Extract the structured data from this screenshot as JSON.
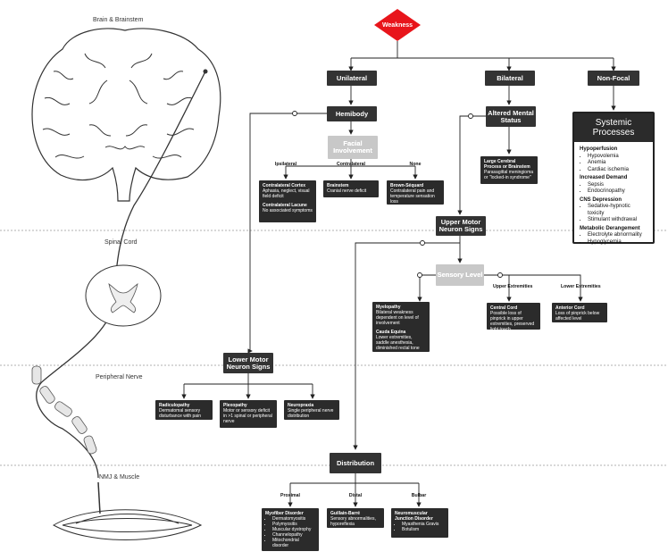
{
  "sections": {
    "brain": "Brain & Brainstem",
    "spinal": "Spinal Cord",
    "peripheral": "Peripheral Nerve",
    "nmj": "NMJ & Muscle"
  },
  "nodes": {
    "weakness": "Weakness",
    "unilateral": "Unilateral",
    "bilateral": "Bilateral",
    "nonfocal": "Non-Focal",
    "hemibody": "Hemibody",
    "facial": "Facial Involvement",
    "altered": "Altered Mental Status",
    "umn": "Upper Motor Neuron Signs",
    "sensory": "Sensory Level",
    "lmn": "Lower Motor Neuron Signs",
    "distribution": "Distribution"
  },
  "branches": {
    "ipsilateral": "Ipsilateral",
    "contralateral": "Contralateral",
    "none": "None",
    "upper_ext": "Upper Extremities",
    "lower_ext": "Lower Extremities",
    "proximal": "Proximal",
    "distal": "Distal",
    "bulbar": "Bulbar"
  },
  "boxes": {
    "contra_cortex_t": "Contralateral Cortex",
    "contra_cortex_d": "Aphasia, neglect, visual field deficit",
    "contra_lacune_t": "Contralateral Lacune",
    "contra_lacune_d": "No associated symptoms",
    "brainstem_t": "Brainstem",
    "brainstem_d": "Cranial nerve deficit",
    "brown_t": "Brown-Séquard",
    "brown_d": "Contralateral pain and temperature sensation loss",
    "large_t": "Large Cerebral Process or Brainstem",
    "large_d": "Parasagittal meningioma or \"locked-in syndrome\"",
    "myelo_t": "Myelopathy",
    "myelo_d": "Bilateral weakness dependent on level of involvement",
    "cauda_t": "Cauda Equina",
    "cauda_d": "Lower extremities, saddle anesthesia, diminished rectal tone",
    "central_t": "Central Cord",
    "central_d": "Possible loss of pinprick in upper extremities, preserved light touch",
    "anterior_t": "Anterior Cord",
    "anterior_d": "Loss of pinprick below affected level",
    "radic_t": "Radiculopathy",
    "radic_d": "Dermatomal sensory disturbance with pain",
    "plexo_t": "Plexopathy",
    "plexo_d": "Motor or sensory deficit in >1 spinal or peripheral nerve",
    "neura_t": "Neuropraxia",
    "neura_d": "Single peripheral nerve distribution",
    "myofiber_t": "Myofiber Disorder",
    "myofiber_items": [
      "Dermatomyositis",
      "Polymyositis",
      "Muscular dystrophy",
      "Channelopathy",
      "Mitochondrial disorder"
    ],
    "guillain_t": "Guillain-Barré",
    "guillain_d": "Sensory abnormalities, hyporeflexia",
    "nmj_t": "Neuromuscular Junction Disorder",
    "nmj_items": [
      "Myasthenia Gravis",
      "Botulism"
    ]
  },
  "systemic": {
    "title": "Systemic Processes",
    "groups": [
      {
        "name": "Hypoperfusion",
        "items": [
          "Hypovolemia",
          "Anemia",
          "Cardiac ischemia"
        ]
      },
      {
        "name": "Increased Demand",
        "items": [
          "Sepsis",
          "Endocrinopathy"
        ]
      },
      {
        "name": "CNS Depression",
        "items": [
          "Sedative-hypnotic toxicity",
          "Stimulant withdrawal"
        ]
      },
      {
        "name": "Metabolic Derangement",
        "items": [
          "Electrolyte abnormality",
          "Hypoglycemia"
        ]
      }
    ]
  },
  "colors": {
    "accent": "#e8151b",
    "dark": "#333333",
    "gray": "#c8c8c8"
  }
}
